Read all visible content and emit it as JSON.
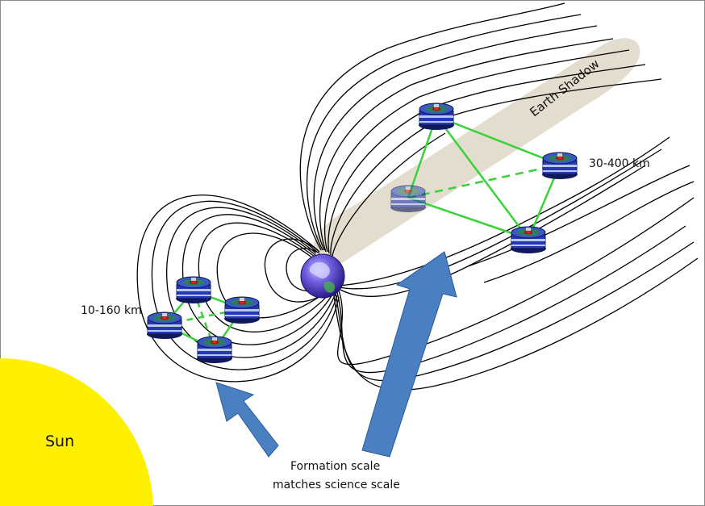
{
  "labels": {
    "sun": "Sun",
    "earth_shadow": "Earth Shadow",
    "small_scale": "10-160 km",
    "large_scale": "30-400 km",
    "caption_line1": "Formation scale",
    "caption_line2": "matches science scale"
  },
  "colors": {
    "sun": "#ffef00",
    "shadow": "#e3ddcf",
    "link": "#3ad23a",
    "arrow": "#4a7fc2",
    "field_line": "#000000",
    "satellite_body": "#2638b8"
  },
  "icons": {
    "planet": "earth-icon",
    "spacecraft": "satellite-icon"
  }
}
